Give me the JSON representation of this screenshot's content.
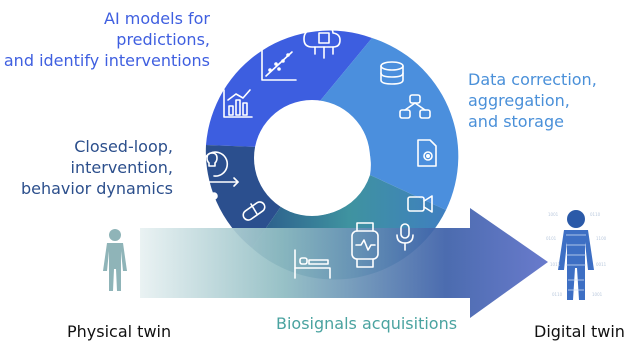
{
  "colors": {
    "ai_models": "#3f5fe0",
    "data_correction": "#4a90d9",
    "closed_loop": "#2c4f8c",
    "biosignals": "#4aa3a0",
    "physical_twin": "#111111",
    "digital_twin": "#111111"
  },
  "labels": {
    "ai_models": [
      "AI models for",
      "predictions,",
      "and identify interventions"
    ],
    "data_correction": [
      "Data correction,",
      "aggregation,",
      "and storage"
    ],
    "closed_loop": [
      "Closed-loop,",
      "intervention,",
      "behavior dynamics"
    ],
    "biosignals": "Biosignals acquisitions",
    "physical_twin": "Physical twin",
    "digital_twin": "Digital twin"
  },
  "icons": [
    "cloud-chip-icon",
    "scatter-plot-icon",
    "bar-line-chart-icon",
    "database-icon",
    "network-nodes-icon",
    "settings-document-icon",
    "idea-cycle-icon",
    "running-person-icon",
    "pill-icon",
    "video-camera-icon",
    "smartwatch-icon",
    "microphone-icon",
    "bed-icon",
    "human-figure-icon",
    "digital-human-icon"
  ]
}
